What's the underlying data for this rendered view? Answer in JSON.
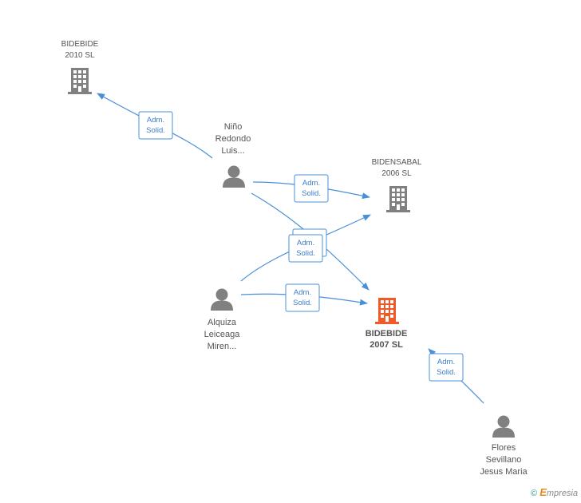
{
  "nodes": [
    {
      "id": "c2010",
      "kind": "company",
      "label": [
        "BIDEBIDE",
        "2010 SL"
      ],
      "color": "#808080"
    },
    {
      "id": "c2006",
      "kind": "company",
      "label": [
        "BIDENSABAL",
        "2006 SL"
      ],
      "color": "#808080"
    },
    {
      "id": "c2007",
      "kind": "company",
      "label": [
        "BIDEBIDE",
        "2007 SL"
      ],
      "color": "#f05a28",
      "focus": true
    },
    {
      "id": "p_nino",
      "kind": "person",
      "label": [
        "Niño",
        "Redondo",
        "Luis..."
      ],
      "color": "#808080"
    },
    {
      "id": "p_alquiza",
      "kind": "person",
      "label": [
        "Alquiza",
        "Leiceaga",
        "Miren..."
      ],
      "color": "#808080"
    },
    {
      "id": "p_flores",
      "kind": "person",
      "label": [
        "Flores",
        "Sevillano",
        "Jesus Maria"
      ],
      "color": "#808080"
    }
  ],
  "edges": [
    {
      "from": "p_nino",
      "to": "c2010",
      "label": [
        "Adm.",
        "Solid."
      ]
    },
    {
      "from": "p_nino",
      "to": "c2006",
      "label": [
        "Adm.",
        "Solid."
      ]
    },
    {
      "from": "p_nino",
      "to": "c2007",
      "label": [
        "Adm.",
        "Solid."
      ]
    },
    {
      "from": "p_alquiza",
      "to": "c2006",
      "label": [
        "Adm.",
        "Solid."
      ]
    },
    {
      "from": "p_alquiza",
      "to": "c2007",
      "label": [
        "Adm.",
        "Solid."
      ]
    },
    {
      "from": "p_flores",
      "to": "c2007",
      "label": [
        "Adm.",
        "Solid."
      ]
    }
  ],
  "colors": {
    "edge": "#4a90d9",
    "focus": "#f05a28",
    "node": "#808080"
  },
  "brand": {
    "copyright": "©",
    "initial": "E",
    "name": "mpresia"
  }
}
